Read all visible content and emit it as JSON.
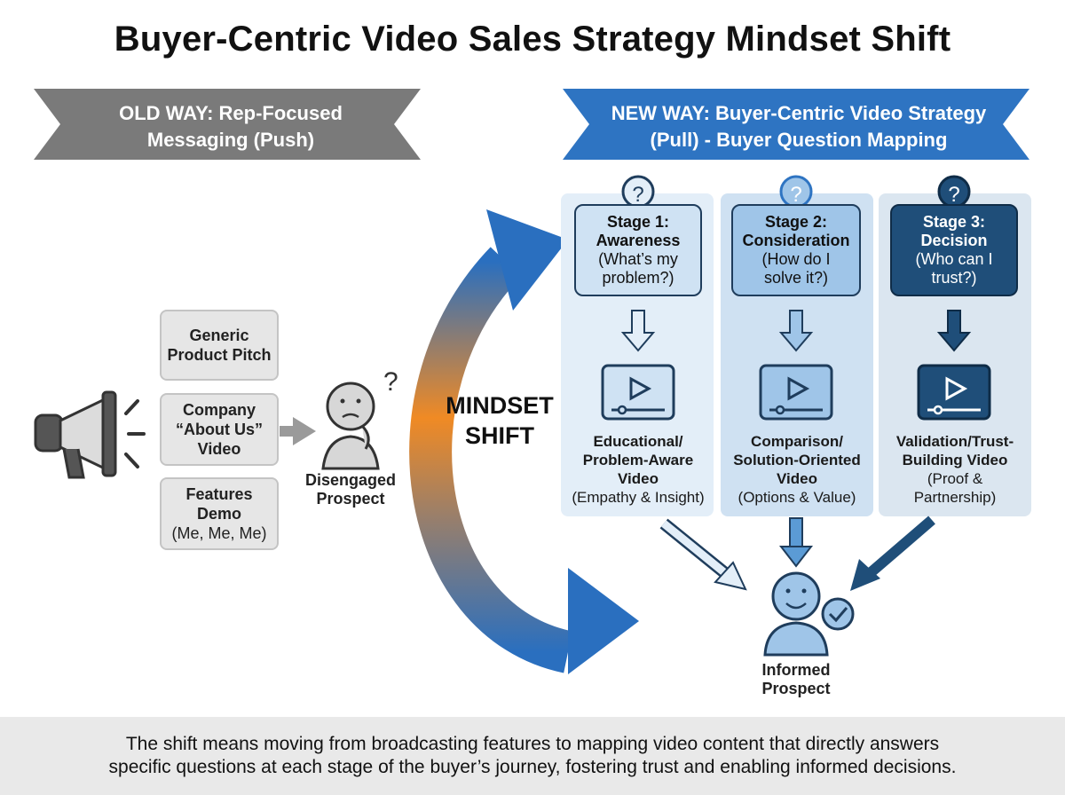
{
  "title": "Buyer-Centric Video Sales Strategy Mindset Shift",
  "old_way": {
    "banner_line1": "OLD WAY: Rep-Focused",
    "banner_line2": "Messaging (Push)",
    "items": [
      {
        "line1": "Generic",
        "line2": "Product Pitch",
        "line3": ""
      },
      {
        "line1": "Company",
        "line2": "“About Us”",
        "line3": "Video"
      },
      {
        "line1": "Features Demo",
        "line2": "(Me, Me, Me)",
        "line3": ""
      }
    ],
    "prospect_line1": "Disengaged",
    "prospect_line2": "Prospect"
  },
  "mindset": {
    "line1": "MINDSET",
    "line2": "SHIFT"
  },
  "new_way": {
    "banner_line1": "NEW WAY: Buyer-Centric Video Strategy",
    "banner_line2": "(Pull) - Buyer Question Mapping",
    "stages": [
      {
        "title1": "Stage 1:",
        "title2": "Awareness",
        "q1": "(What’s my",
        "q2": "problem?)",
        "video1": "Educational/",
        "video2": "Problem-Aware",
        "video3": "Video",
        "video4": "(Empathy & Insight)"
      },
      {
        "title1": "Stage 2:",
        "title2": "Consideration",
        "q1": "(How do I",
        "q2": "solve it?)",
        "video1": "Comparison/",
        "video2": "Solution-Oriented",
        "video3": "Video",
        "video4": "(Options & Value)"
      },
      {
        "title1": "Stage 3:",
        "title2": "Decision",
        "q1": "(Who can I",
        "q2": "trust?)",
        "video1": "Validation/Trust-",
        "video2": "Building Video",
        "video3": "(Proof &",
        "video4": "Partnership)"
      }
    ],
    "prospect_line1": "Informed",
    "prospect_line2": "Prospect"
  },
  "question_mark": "?",
  "footer_line1": "The shift means moving from broadcasting features to mapping video content that directly answers",
  "footer_line2": "specific questions at each stage of the buyer’s journey, fostering trust and enabling informed decisions.",
  "colors": {
    "old_banner": "#7a7a7a",
    "new_banner": "#2e74c2",
    "stage1_fill": "#cfe2f3",
    "stage2_fill": "#9fc5e8",
    "stage3_fill": "#1f4e79",
    "arrow_orange": "#f08a24",
    "arrow_blue": "#2a6fbf"
  }
}
